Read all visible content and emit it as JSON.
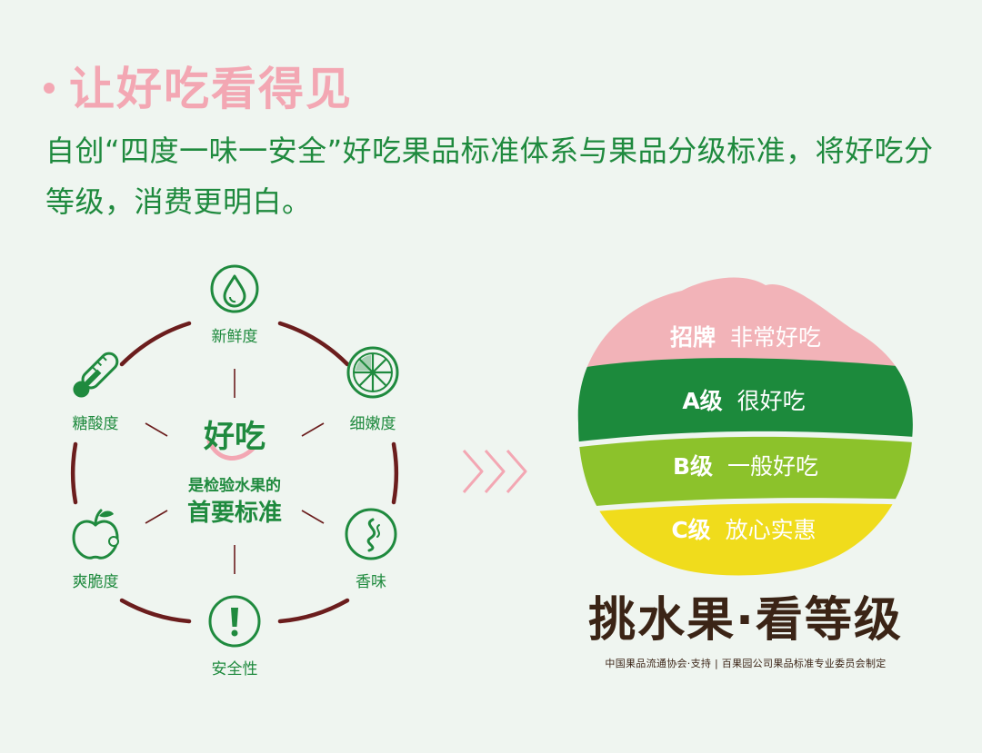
{
  "heading": {
    "title": "让好吃看得见"
  },
  "intro": {
    "text": "自创“四度一味一安全”好吃果品标准体系与果品分级标准，将好吃分等级，消费更明白。"
  },
  "wheel": {
    "center_title": "好吃",
    "center_line1": "是检验水果的",
    "center_line2": "首要标准",
    "items": [
      {
        "label": "新鲜度",
        "icon": "water-drop-icon"
      },
      {
        "label": "细嫩度",
        "icon": "citrus-slice-icon"
      },
      {
        "label": "香味",
        "icon": "aroma-swirl-icon"
      },
      {
        "label": "安全性",
        "icon": "exclamation-icon"
      },
      {
        "label": "爽脆度",
        "icon": "apple-icon"
      },
      {
        "label": "糖酸度",
        "icon": "thermometer-icon"
      }
    ],
    "colors": {
      "green": "#1f8a3e",
      "arc": "#6b1d1d",
      "pink": "#f3a7b3"
    }
  },
  "grades": {
    "levels": [
      {
        "tag": "招牌",
        "desc": "非常好吃",
        "color": "#f2b3b8"
      },
      {
        "tag": "A级",
        "desc": "很好吃",
        "color": "#1c8a3c"
      },
      {
        "tag": "B级",
        "desc": "一般好吃",
        "color": "#8cc22b"
      },
      {
        "tag": "C级",
        "desc": "放心实惠",
        "color": "#f0dc1c"
      }
    ]
  },
  "brand": {
    "slogan": "挑水果·看等级",
    "footnote": "中国果品流通协会·支持 | 百果园公司果品标准专业委员会制定"
  }
}
